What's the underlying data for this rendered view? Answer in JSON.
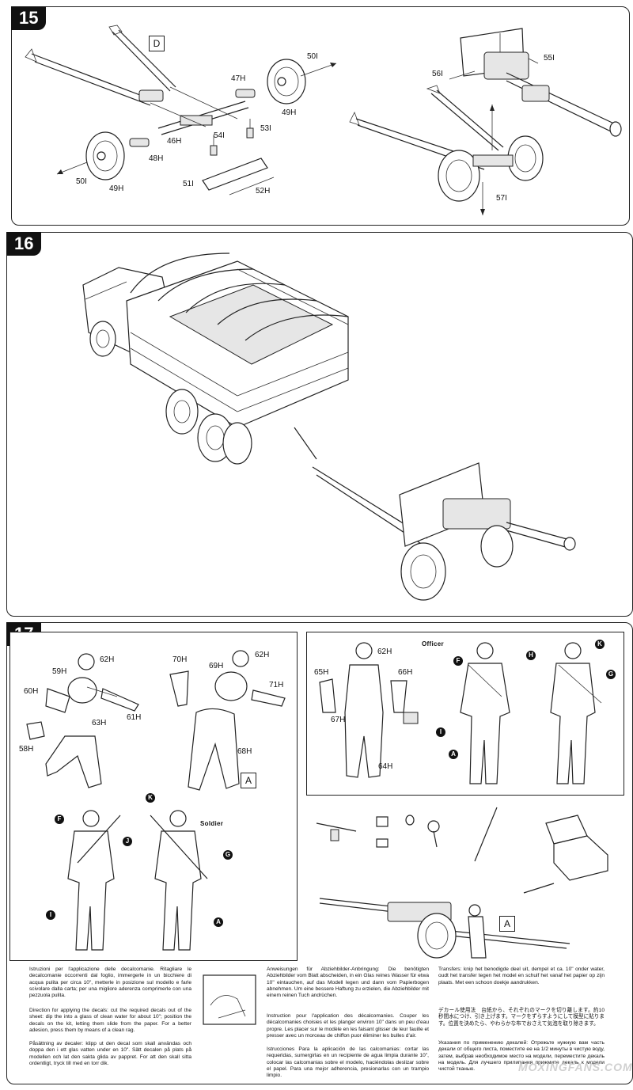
{
  "steps": [
    {
      "number": "15"
    },
    {
      "number": "16"
    },
    {
      "number": "17"
    }
  ],
  "step15": {
    "box_letter": "D",
    "parts": [
      "50I",
      "47H",
      "49H",
      "46H",
      "48H",
      "54I",
      "53I",
      "50I",
      "49H",
      "51I",
      "52H",
      "55I",
      "56I",
      "57I"
    ]
  },
  "step17": {
    "box_letter_a1": "A",
    "box_letter_a2": "A",
    "officer_caption": "Officer",
    "soldier_caption": "Soldier",
    "figure_parts": [
      "59H",
      "62H",
      "60H",
      "61H",
      "63H",
      "58H",
      "70H",
      "69H",
      "62H",
      "71H",
      "68H",
      "62H",
      "65H",
      "66H",
      "67H",
      "64H"
    ],
    "decal_markers": [
      "F",
      "K",
      "H",
      "G",
      "I",
      "A",
      "K",
      "F",
      "J",
      "G",
      "I",
      "A"
    ]
  },
  "instructions": {
    "italian": "Istruzioni per l'applicazione delle decalcomanie. Ritagliare le decalcomanie occorrenti dal foglio, immergerle in un bicchiere di acqua pulita per circa 10\", metterle in posizione sul modello e farle scivolare dalla carta; per una migliore aderenza comprimerle con una pezzuola pulita.",
    "english": "Direction for applying the decals: cut the required decals out of the sheet: dip the into a glass of clean water for about 10\"; position the decals on the kit, letting them slide from the paper. For a better adesion, press them by means of a clean rag.",
    "swedish": "Påsättning av decaler: klipp ut den decal som skall användas och doppa den i ett glas vatten under en 10\". Sätt decalen på plats på modellen och lat den sakta glida av pappret. For att den skall sitta ordentligt, tryck till med en torr dik.",
    "german": "Anweisungen für Abziehbilder-Anbringung: Die benötigten Abziehbilder vom Blatt abscheiden, in ein Glas reines Wasser für etwa 10\" eintauchen, auf das Modell legen und dann vom Papierbogen abnehmen. Um eine bessere Haftung zu erzielen, die Abziehbilder mit einem reinen Tuch andrüchen.",
    "french": "Instruction pour l'application des décalcomanies. Couper les décalcomanies choisies et les planger environ 10\" dans un peu d'eau propre. Les placer sur le modèle en les faisant glisser de leur fauille et presser avec un morceau de chiffon puor éliminer les bulles d'air.",
    "spanish": "Istrucciones Para la aplicación de las calcomanias: cortar las requeridas, sumergirlas en un recipiente de agua limpia durante 10\", colocar las calcomanias sobre el modelo, haciéndolas deslizar sobre el papel. Para una mejor adherencia, presionarlas con un trampio limpio.",
    "dutch": "Transfers: knip het benodigde deel uit, dempel et ca. 10\" onder water, oudt het transfer tegen het model en schuif het vanaf het papier op zijn plaats. Met een schoon doekje aandrukken.",
    "japanese": "デカール使用法　台紙から、それぞれのマークを切り離します。約10秒間水につけ、引き上げます。マークをずらすようにして模型に貼ります。位置を決めたら、やわらかな布でおさえて気泡を取り除きます。",
    "russian": "Указания по применению декалей: Отрежьте нужную вам часть декали от общего листа, поместите ее на 1/2 минуты в чистую воду, затем, выбрав необходимое место на модели, переместите декаль на модель. Для лучшего прилипания прижмите декаль к модели чистой тканью."
  },
  "watermark": "MOXINGFANS.COM"
}
